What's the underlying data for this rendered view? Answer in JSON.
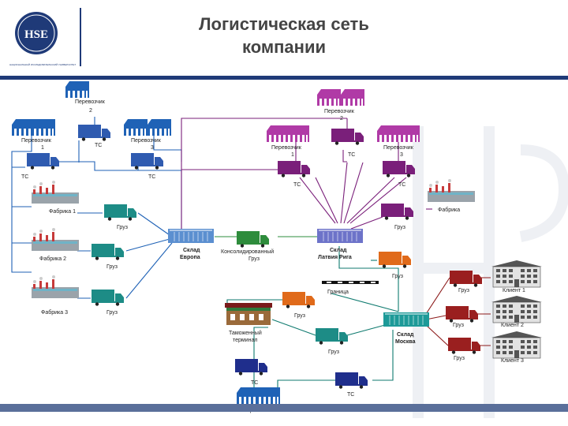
{
  "header": {
    "title_line1": "Логистическая сеть",
    "title_line2": "компании",
    "logo_monogram": "HSE",
    "logo_caption": "НАЦИОНАЛЬНЫЙ ИССЛЕДОВАТЕЛЬСКИЙ УНИВЕРСИТЕТ"
  },
  "colors": {
    "brand": "#1f3a78",
    "europe_network": "#1f62b6",
    "riga_network": "#7a1f7a",
    "moscow_network": "#0f7a6f",
    "truck_blue": "#2f5bb0",
    "truck_teal": "#1d8c86",
    "truck_green": "#2e8c3c",
    "truck_purple": "#7a1f7a",
    "truck_orange": "#e06a1a",
    "truck_red": "#9a1f1f",
    "truck_navy": "#1f2e8c"
  },
  "diagram": {
    "carrier_label": "Перевозчик",
    "carrier1_num": "1",
    "carrier2_num": "2",
    "carrier3_num": "3",
    "ts": "ТС",
    "ts_partial": "ТС",
    "cargo": "Груз",
    "factory1": "Фабрика 1",
    "factory2": "Фабрика 2",
    "factory3": "Фабрика 3",
    "factory_latvia": "Фабрика",
    "wh_europe_1": "Склад",
    "wh_europe_2": "Европа",
    "wh_riga_1": "Склад",
    "wh_riga_2": "Латвия Рига",
    "wh_moscow_1": "Склад",
    "wh_moscow_2": "Москва",
    "consolidated_1": "Консолидированный",
    "consolidated_2": "Груз",
    "border": "Граница",
    "customs_1": "Таможенный",
    "customs_2": "терминал",
    "client1": "Клиент 1",
    "client2": "Клиент 2",
    "client3": "Клиент 3"
  }
}
